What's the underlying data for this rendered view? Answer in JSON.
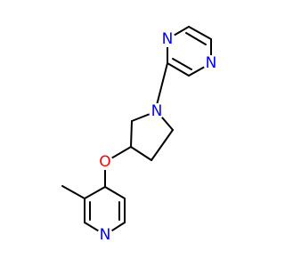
{
  "colors": {
    "bond": "#000000",
    "nitrogen": "#0000ff",
    "oxygen": "#ff0000",
    "background": "#ffffff"
  },
  "atoms": {
    "pyrazine_n_top": "N",
    "pyrazine_n_bottom": "N",
    "pyrrolidine_n": "N",
    "ether_o": "O",
    "pyridine_n": "N"
  }
}
